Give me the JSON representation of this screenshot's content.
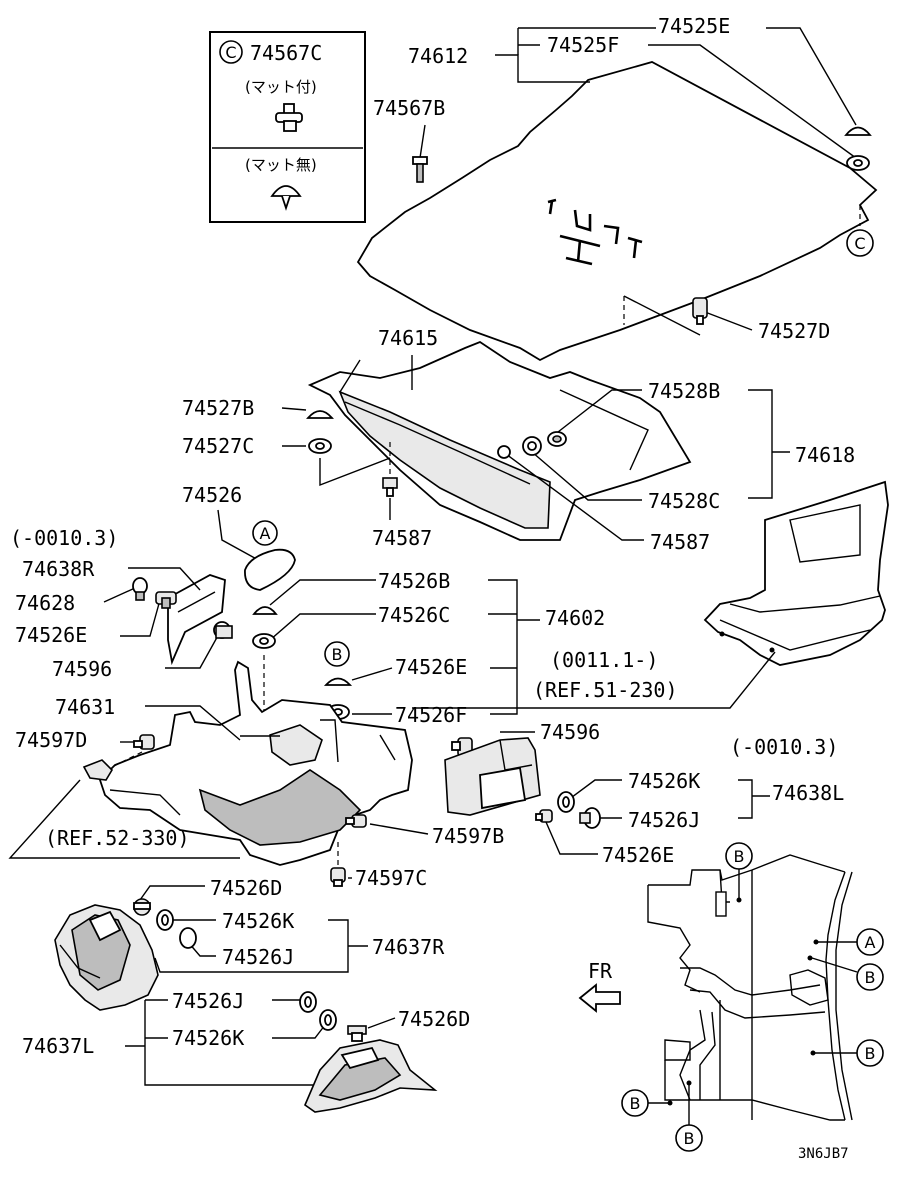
{
  "inset_box": {
    "callout": "C",
    "part": "74567C",
    "with_mat": "(マット付)",
    "without_mat": "(マット無)"
  },
  "labels": {
    "p74612": "74612",
    "p74525E": "74525E",
    "p74525F": "74525F",
    "p74567B": "74567B",
    "p74527D": "74527D",
    "p74615": "74615",
    "p74527B": "74527B",
    "p74527C": "74527C",
    "p74528B": "74528B",
    "p74618": "74618",
    "p74528C": "74528C",
    "p74587a": "74587",
    "p74587b": "74587",
    "p74526": "74526",
    "note_left": "(-0010.3)",
    "p74638R": "74638R",
    "p74628": "74628",
    "p74526E_a": "74526E",
    "p74596_a": "74596",
    "p74526B": "74526B",
    "p74526C": "74526C",
    "p74602": "74602",
    "p74526E_b": "74526E",
    "p74526F": "74526F",
    "note_right1": "(0011.1-)",
    "ref51": "(REF.51-230)",
    "p74631": "74631",
    "p74597D": "74597D",
    "p74596_b": "74596",
    "note_right2": "(-0010.3)",
    "p74526K_a": "74526K",
    "p74638L": "74638L",
    "p74526J_a": "74526J",
    "ref52": "(REF.52-330)",
    "p74597B": "74597B",
    "p74526E_c": "74526E",
    "p74597C": "74597C",
    "p74526D_a": "74526D",
    "p74526K_b": "74526K",
    "p74637R": "74637R",
    "p74526J_b": "74526J",
    "fr": "FR",
    "p74526J_c": "74526J",
    "p74526D_b": "74526D",
    "p74637L": "74637L",
    "p74526K_c": "74526K",
    "code": "3N6JB7"
  },
  "callouts": {
    "c1": "C",
    "a1": "A",
    "b1": "B",
    "b_top": "B",
    "a_r": "A",
    "b_r1": "B",
    "b_r2": "B",
    "b_l": "B",
    "b_bot": "B"
  },
  "floor_lettering": "TLUIT"
}
